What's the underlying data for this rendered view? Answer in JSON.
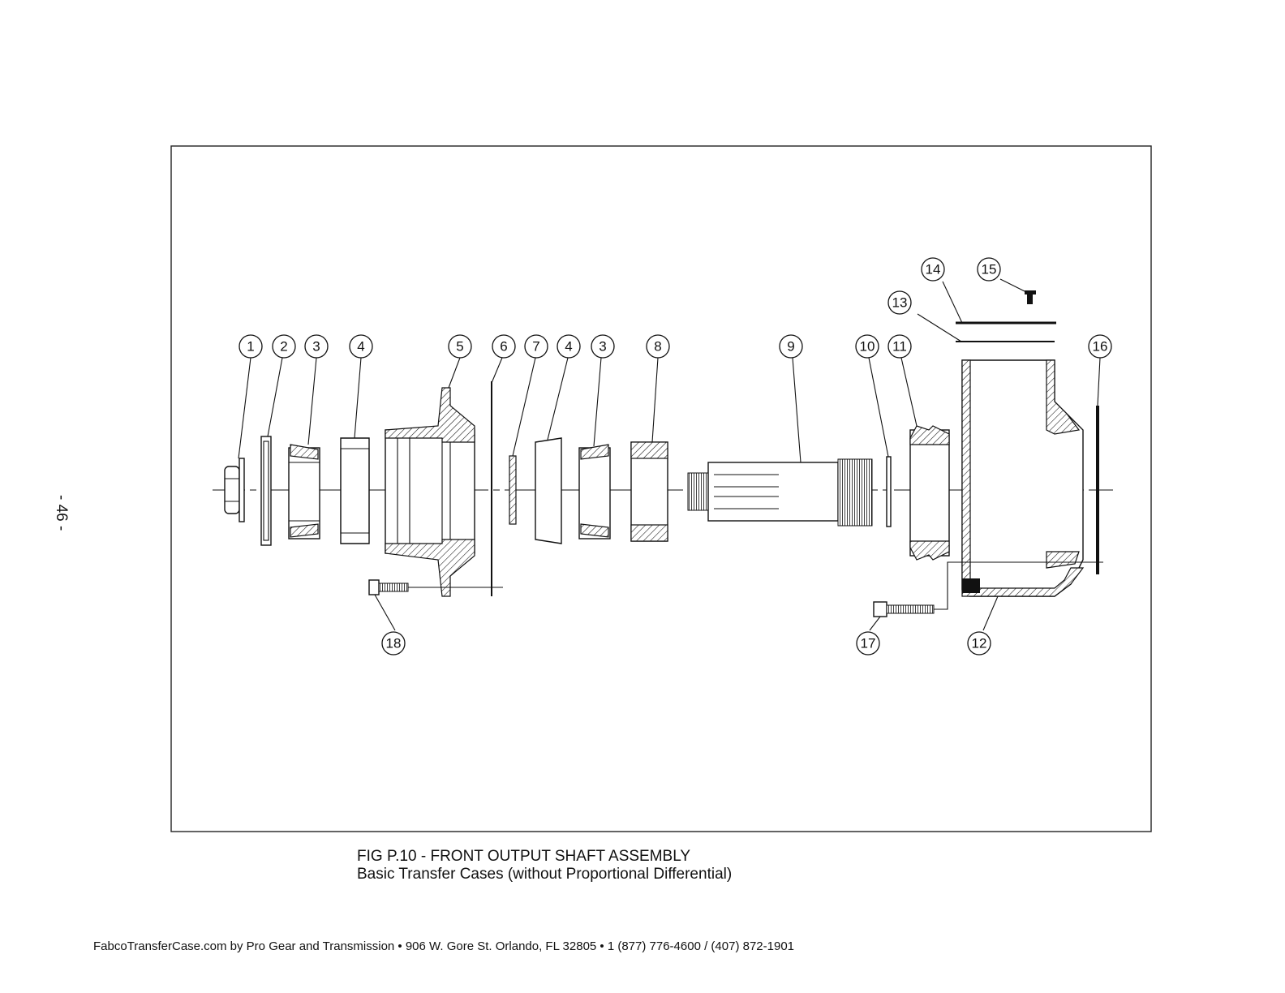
{
  "page_number": "- 46 -",
  "figure": {
    "title": "FIG P.10 - FRONT OUTPUT SHAFT ASSEMBLY",
    "subtitle": "Basic Transfer Cases (without Proportional Differential)"
  },
  "footer": "FabcoTransferCase.com by Pro Gear and Transmission  • 906 W. Gore St. Orlando, FL 32805 • 1 (877) 776-4600 / (407) 872-1901",
  "callouts": [
    "1",
    "2",
    "3",
    "4",
    "5",
    "6",
    "7",
    "4",
    "3",
    "8",
    "9",
    "10",
    "11",
    "16",
    "14",
    "15",
    "13",
    "18",
    "17",
    "12"
  ]
}
